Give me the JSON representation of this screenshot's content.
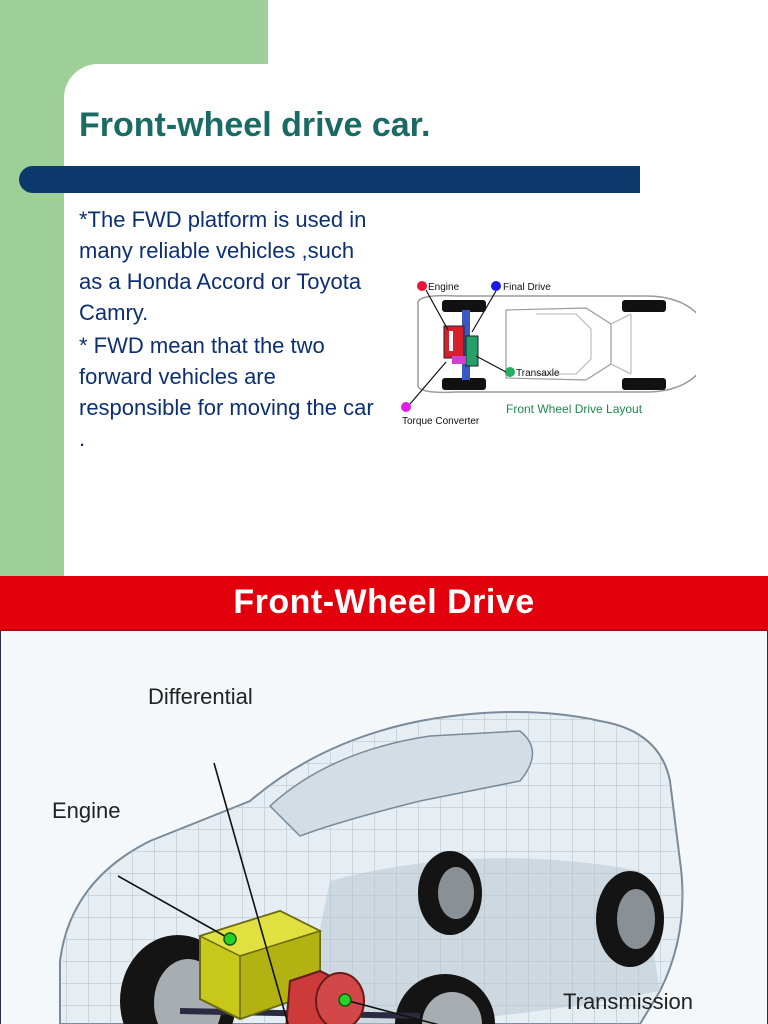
{
  "slide": {
    "title": "Front-wheel drive car.",
    "paragraphs": [
      "*The FWD platform is used in many reliable vehicles ,such as a Honda Accord or Toyota Camry.",
      "* FWD mean that the two forward vehicles are responsible for moving the car ."
    ]
  },
  "layout_figure": {
    "legend": {
      "engine": "Engine",
      "final_drive": "Final Drive",
      "transaxle": "Transaxle",
      "torque_converter": "Torque Converter"
    },
    "caption": "Front Wheel Drive Layout"
  },
  "poster": {
    "title": "Front-Wheel Drive",
    "callouts": {
      "differential": "Differential",
      "engine": "Engine",
      "transmission": "Transmission"
    }
  },
  "colors": {
    "title_text": "#1a6b63",
    "body_text": "#0c2f74",
    "accent_bar": "#0d3a6c",
    "side_panel": "#9fcf98",
    "poster_header": "#e2000d",
    "engine_dot": "#e8143c",
    "final_drive_dot": "#1a1ae8",
    "transaxle_dot": "#22b060",
    "torque_converter_dot": "#e020e0"
  }
}
